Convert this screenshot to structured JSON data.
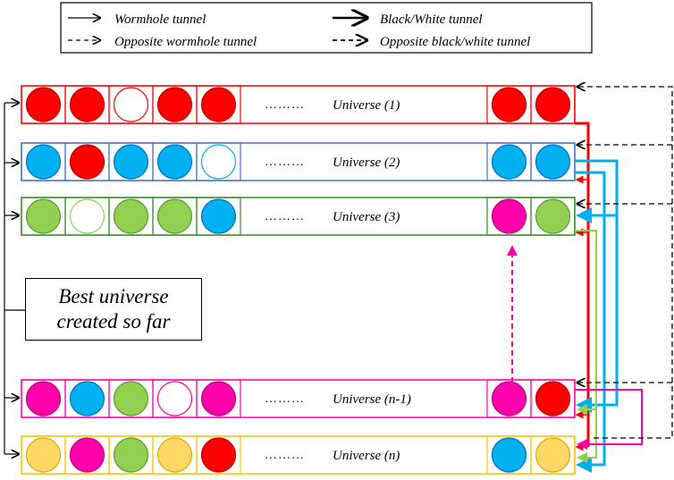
{
  "legend": {
    "wormhole": "Wormhole tunnel",
    "opposite_wormhole": "Opposite wormhole tunnel",
    "black_white": "Black/White tunnel",
    "opposite_black_white": "Opposite black/white tunnel"
  },
  "best_box": {
    "line1": "Best universe",
    "line2": "created so far"
  },
  "ellipsis": "………",
  "colors": {
    "red": "#ff0000",
    "blue": "#00b0f0",
    "green": "#92d050",
    "magenta": "#ff00aa",
    "yellow": "#ffd966",
    "white": "#ffffff"
  },
  "universes": [
    {
      "label": "Universe (1)",
      "border": "#ff0000",
      "cells": [
        "red",
        "red",
        "white-red",
        "red",
        "red"
      ],
      "tail": [
        "red",
        "red"
      ]
    },
    {
      "label": "Universe (2)",
      "border": "#4472c4",
      "cells": [
        "blue",
        "red",
        "blue",
        "blue",
        "white-blue"
      ],
      "tail": [
        "blue",
        "blue"
      ]
    },
    {
      "label": "Universe (3)",
      "border": "#3a8a2a",
      "cells": [
        "green",
        "white-green",
        "green",
        "green",
        "blue"
      ],
      "tail": [
        "magenta",
        "green"
      ]
    },
    {
      "label": "Universe (n-1)",
      "border": "#ff00aa",
      "cells": [
        "magenta",
        "blue",
        "green",
        "white-magenta",
        "magenta"
      ],
      "tail": [
        "magenta",
        "red"
      ]
    },
    {
      "label": "Universe (n)",
      "border": "#ffc000",
      "cells": [
        "yellow",
        "magenta",
        "green",
        "yellow",
        "red"
      ],
      "tail": [
        "blue",
        "yellow"
      ]
    }
  ]
}
